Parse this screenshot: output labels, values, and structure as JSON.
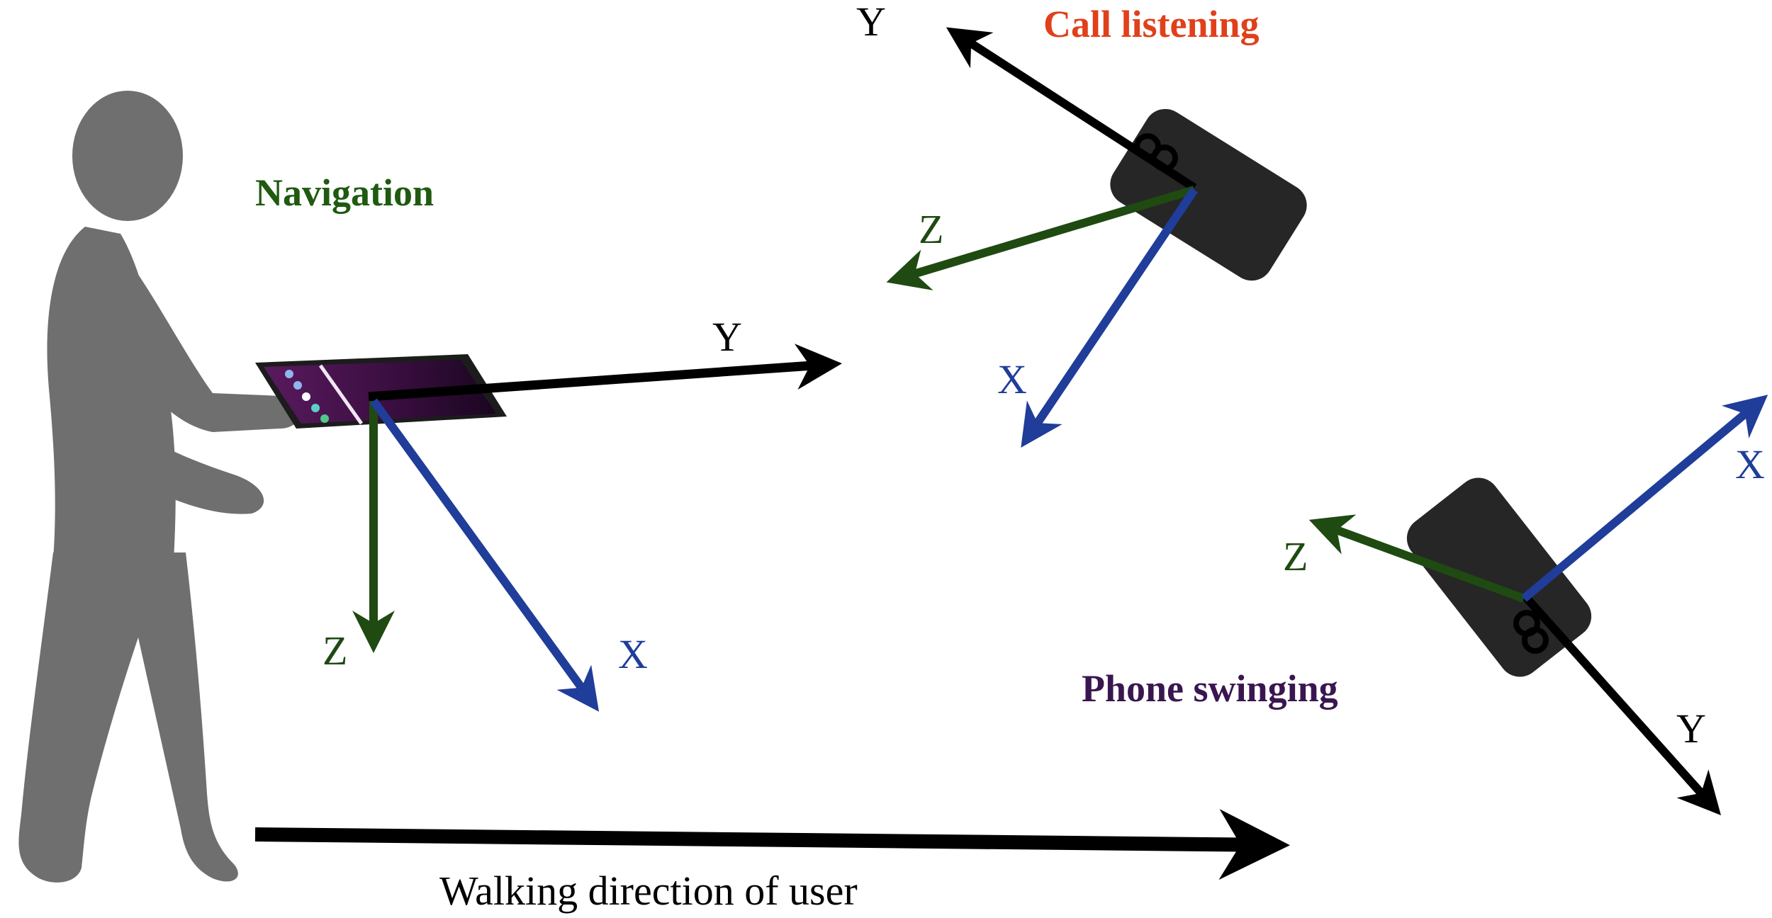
{
  "diagram": {
    "modes": {
      "navigation": {
        "title": "Navigation",
        "axes": {
          "x": "X",
          "y": "Y",
          "z": "Z"
        }
      },
      "call_listening": {
        "title": "Call listening",
        "axes": {
          "x": "X",
          "y": "Y",
          "z": "Z"
        }
      },
      "phone_swinging": {
        "title": "Phone swinging",
        "axes": {
          "x": "X",
          "y": "Y",
          "z": "Z"
        }
      }
    },
    "walking": {
      "caption": "Walking direction of user"
    },
    "colors": {
      "axis_x": "#1f3d99",
      "axis_y": "#000000",
      "axis_z": "#1f4a12",
      "title_navigation": "#1f5a10",
      "title_call": "#e0401a",
      "title_swinging": "#3a1650",
      "person": "#6f6f6f",
      "phone": "#262626"
    }
  }
}
